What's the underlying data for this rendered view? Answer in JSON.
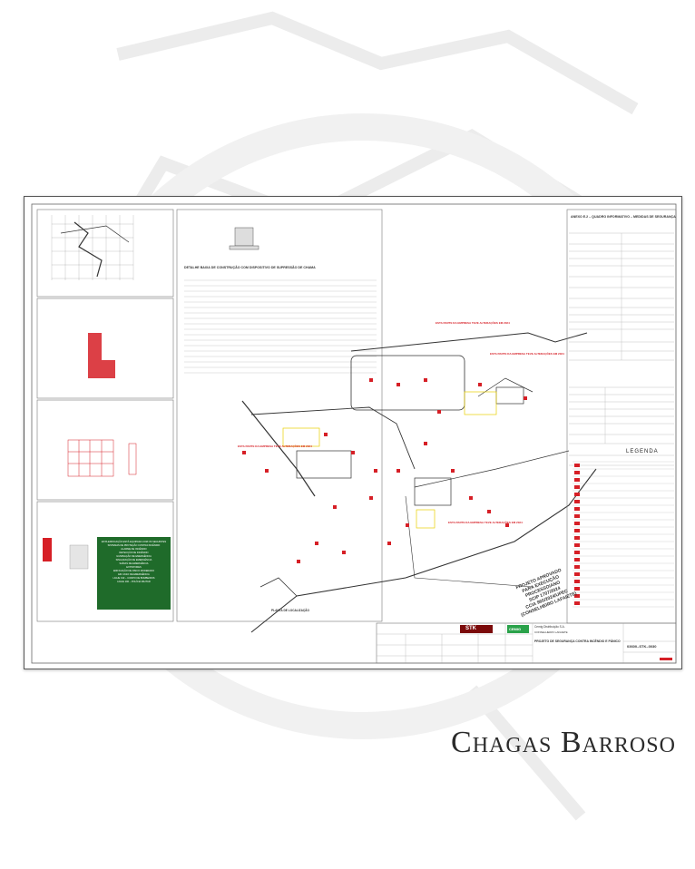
{
  "brand": {
    "name": "Chagas Barroso"
  },
  "sheet": {
    "annex_title": "ANEXO E.2 – QUADRO INFORMATIVO – MEDIDAS DE SEGURANÇA",
    "legend_title": "LEGENDA",
    "section_title": "DETALHE BAIXA DE CONSTRUÇÃO COM DISPOSITIVO DE SUPRESSÃO DE CHAMA",
    "location_label": "PLANTA DE LOCALIZAÇÃO",
    "stamp": [
      "PROJETO APROVADO",
      "PARA EXECUÇÃO",
      "PROCESSO/ANO",
      "SCIP 1707/2024",
      "CCIA 960/2024/UPEC",
      "(CONSELHEIRO LAFAIETE)"
    ],
    "company": "Cemig Distribuição S.A.",
    "city": "CONSELHEIRO LAFAIETE",
    "project_title": "PROJETO DE SEGURANÇA CONTRA INCÊNDIO E PÂNICO",
    "drawing_number": "03600–STK–0030",
    "green_notice": [
      "ESTA EDIFICAÇÃO ESTÁ EQUIPADA COM OS SEGUINTES SISTEMAS DE PROTEÇÃO CONTRA INCÊNDIO",
      "ALARME DE INCÊNDIO",
      "DETECÇÃO DE INCÊNDIO",
      "ILUMINAÇÃO DE EMERGÊNCIA",
      "SINALIZAÇÃO DE EMERGÊNCIA",
      "SAÍDAS DE EMERGÊNCIA",
      "EXTINTORES",
      "EDIFICAÇÃO DE RISCO MODERADO",
      "EM CASO DE EMERGÊNCIA",
      "LIGUE 193 – CORPO DE BOMBEIROS",
      "LIGUE 190 – POLÍCIA MILITAR"
    ],
    "red_notes": [
      "ESTA PARTE DA EMPRESA TEVE ALTERAÇÕES EM 2024",
      "ESTA PARTE DA EMPRESA TEVE ALTERAÇÕES EM 2024",
      "ESTA PARTE DA EMPRESA TEVE ALTERAÇÕES EM 2024",
      "ESTA PARTE DA EMPRESA TEVE ALTERAÇÕES EM 2024"
    ],
    "logos": {
      "stk": "STK",
      "cemig": "CEMIG"
    }
  },
  "colors": {
    "drawing_red": "#d61f26",
    "notice_green": "#1f6b2a",
    "line_grey": "#555555",
    "watermark": "#ececec"
  }
}
